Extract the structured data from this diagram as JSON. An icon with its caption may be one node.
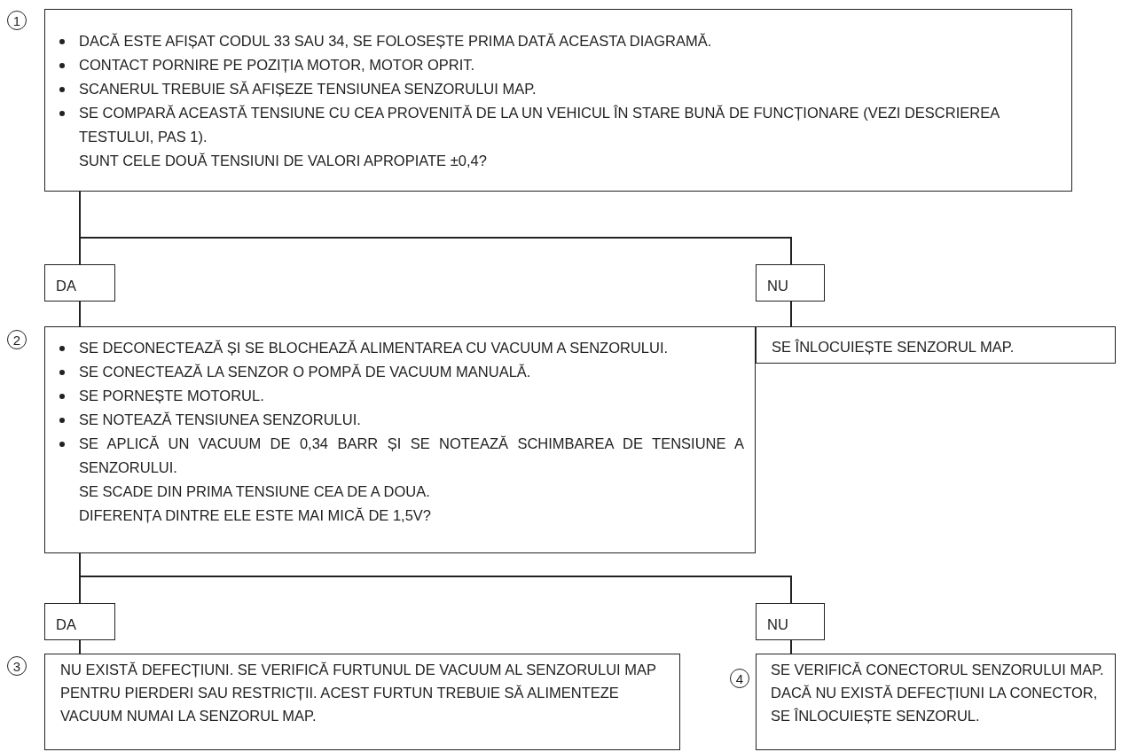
{
  "diagram": {
    "nodes": [
      {
        "text": [
          "DACĂ ESTE AFIȘAT CODUL 33 SAU 34, SE FOLOSEȘTE PRIMA DATĂ ACEASTA DIAGRAMĂ.",
          "CONTACT PORNIRE PE POZIȚIA MOTOR, MOTOR OPRIT.",
          "SCANERUL TREBUIE SĂ AFIȘEZE TENSIUNEA SENZORULUI MAP.",
          "SE COMPARĂ ACEASTĂ TENSIUNE CU CEA PROVENITĂ DE LA UN VEHICUL ÎN STARE BUNĂ DE FUNCȚIONARE (VEZI DESCRIEREA TESTULUI, PAS 1).",
          "SUNT CELE DOUĂ TENSIUNI DE VALORI APROPIATE ±0,4?"
        ],
        "beside": [
          "1"
        ]
      },
      {
        "text": [
          "DA"
        ]
      },
      {
        "text": [
          "NU"
        ]
      },
      {
        "text": [
          "SE DECONECTEAZĂ ȘI SE BLOCHEAZĂ ALIMENTAREA CU VACUUM A SENZORULUI.",
          "SE CONECTEAZĂ LA SENZOR O POMPĂ DE VACUUM MANUALĂ.",
          "SE PORNEȘTE MOTORUL.",
          "SE NOTEAZĂ TENSIUNEA SENZORULUI.",
          "SE APLICĂ UN VACUUM DE 0,34 BARR ȘI SE NOTEAZĂ SCHIMBAREA DE TENSIUNE A SENZORULUI.",
          "SE SCADE DIN PRIMA TENSIUNE CEA DE A DOUA.",
          "DIFERENȚA DINTRE ELE ESTE MAI MICĂ DE 1,5V?"
        ],
        "beside": [
          "2"
        ]
      },
      {
        "text": [
          "SE ÎNLOCUIEȘTE SENZORUL MAP."
        ]
      },
      {
        "text": [
          "DA"
        ]
      },
      {
        "text": [
          "NU"
        ]
      },
      {
        "text": [
          "NU EXISTĂ DEFECȚIUNI. SE VERIFICĂ FURTUNUL DE VACUUM AL SENZORULUI MAP PENTRU PIERDERI SAU RESTRICȚII. ACEST FURTUN TREBUIE SĂ ALIMENTEZE VACUUM NUMAI LA SENZORUL MAP."
        ],
        "beside": [
          "3"
        ]
      },
      {
        "text": [
          "SE VERIFICĂ CONECTORUL SENZORULUI MAP. DACĂ NU EXISTĂ DEFECȚIUNI LA CONECTOR, SE ÎNLOCUIEȘTE SENZORUL."
        ],
        "beside": [
          "4"
        ]
      }
    ],
    "edges": [
      {
        "from": 0,
        "to": 1,
        "arrow": "none"
      },
      {
        "from": 0,
        "to": 2,
        "arrow": "none"
      },
      {
        "from": 1,
        "to": 3,
        "arrow": "none"
      },
      {
        "from": 2,
        "to": 4,
        "arrow": "none"
      },
      {
        "from": 3,
        "to": 5,
        "arrow": "none"
      },
      {
        "from": 3,
        "to": 6,
        "arrow": "none"
      },
      {
        "from": 5,
        "to": 7,
        "arrow": "none"
      },
      {
        "from": 6,
        "to": 8,
        "arrow": "none"
      }
    ]
  }
}
